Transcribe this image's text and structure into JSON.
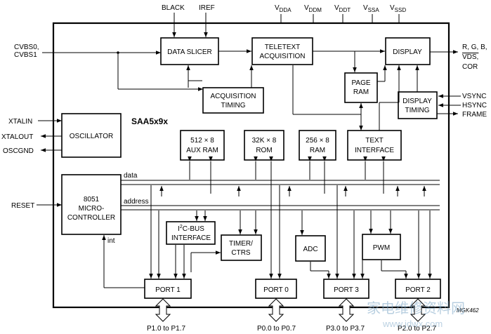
{
  "chip": {
    "name": "SAA5x9x",
    "code": "MGK462"
  },
  "inputs_top": {
    "black": "BLACK",
    "iref": "IREF"
  },
  "supplies": [
    {
      "main": "V",
      "sub": "DDA"
    },
    {
      "main": "V",
      "sub": "DDM"
    },
    {
      "main": "V",
      "sub": "DDT"
    },
    {
      "main": "V",
      "sub": "SSA"
    },
    {
      "main": "V",
      "sub": "SSD"
    }
  ],
  "pins_left": {
    "cvbs0": "CVBS0,",
    "cvbs1": "CVBS1",
    "xtalin": "XTALIN",
    "xtalout": "XTALOUT",
    "oscgnd": "OSCGND",
    "reset": "RESET"
  },
  "pins_right": {
    "rgb": "R, G, B,",
    "vds": "VDS,",
    "cor": "COR",
    "vsync": "VSYNC",
    "hsync": "HSYNC",
    "frame": "FRAME"
  },
  "blocks": {
    "data_slicer": [
      "DATA SLICER"
    ],
    "teletext_acq": [
      "TELETEXT",
      "ACQUISITION"
    ],
    "display": [
      "DISPLAY"
    ],
    "page_ram": [
      "PAGE",
      "RAM"
    ],
    "acq_timing": [
      "ACQUISITION",
      "TIMING"
    ],
    "display_timing": [
      "DISPLAY",
      "TIMING"
    ],
    "oscillator": [
      "OSCILLATOR"
    ],
    "aux_ram": [
      "512 × 8",
      "AUX RAM"
    ],
    "rom": [
      "32K × 8",
      "ROM"
    ],
    "ram": [
      "256 × 8",
      "RAM"
    ],
    "text_interface": [
      "TEXT",
      "INTERFACE"
    ],
    "micro": [
      "8051",
      "MICRO-",
      "CONTROLLER"
    ],
    "i2c": [
      "C-BUS",
      "INTERFACE"
    ],
    "timer": [
      "TIMER/",
      "CTRS"
    ],
    "adc": [
      "ADC"
    ],
    "pwm": [
      "PWM"
    ],
    "port1": [
      "PORT 1"
    ],
    "port0": [
      "PORT 0"
    ],
    "port3": [
      "PORT 3"
    ],
    "port2": [
      "PORT 2"
    ]
  },
  "i2c_prefix": {
    "main": "I",
    "sup": "2"
  },
  "bus_labels": {
    "data": "data",
    "address": "address",
    "int": "int"
  },
  "port_pins": {
    "p1": "P1.0 to P1.7",
    "p0": "P0.0 to P0.7",
    "p3": "P3.0 to P3.7",
    "p2": "P2.0 to P2.7"
  },
  "watermark": {
    "text": "家电维修资料网",
    "site": "www.jdwx.com"
  }
}
